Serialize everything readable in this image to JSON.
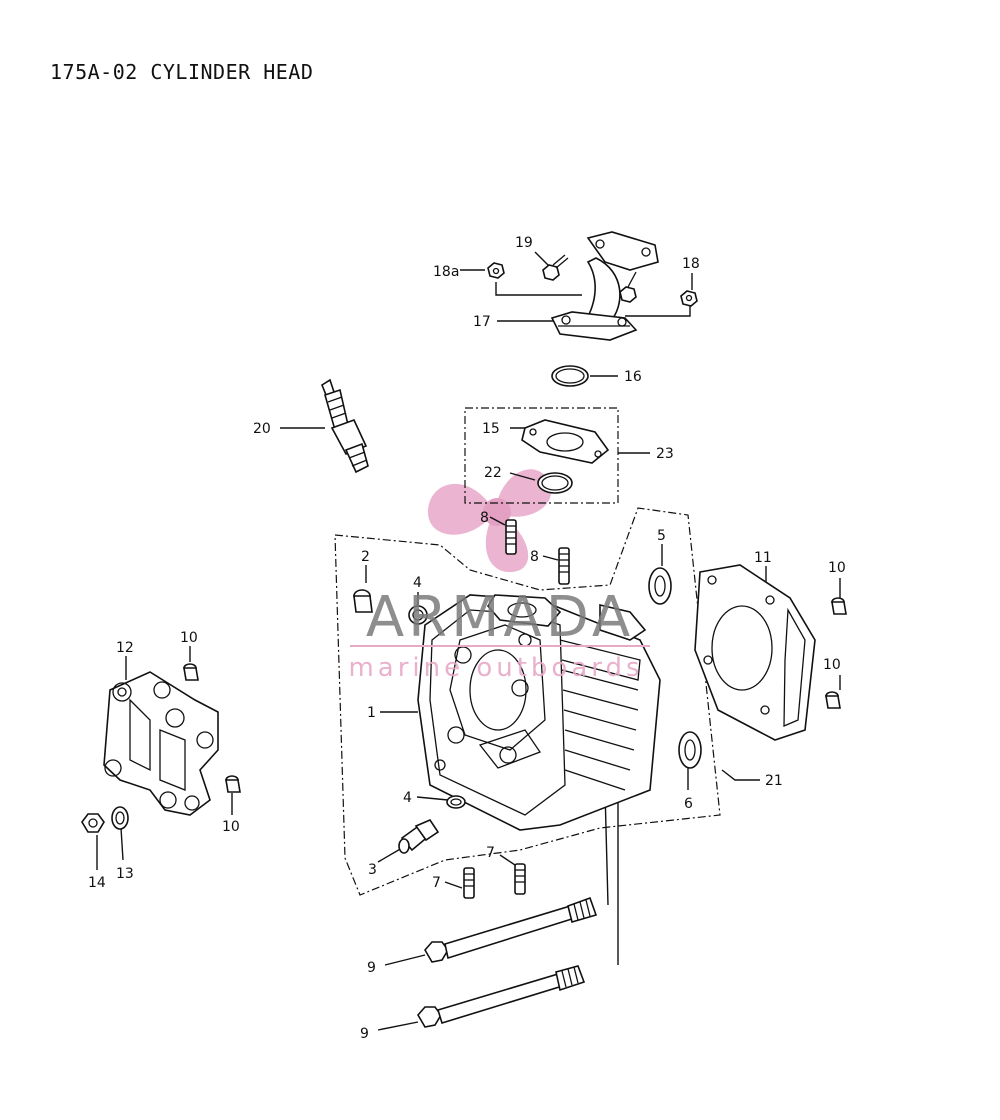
{
  "title": "175A-02 CYLINDER HEAD",
  "callouts": [
    "1",
    "2",
    "3",
    "4",
    "4",
    "5",
    "6",
    "7",
    "7",
    "8",
    "8",
    "9",
    "9",
    "10",
    "10",
    "10",
    "10",
    "11",
    "12",
    "13",
    "14",
    "15",
    "16",
    "17",
    "18",
    "18",
    "19",
    "20",
    "21",
    "22",
    "23"
  ],
  "watermark": {
    "brand": "ARMADA",
    "tagline": "marine outboards",
    "brand_color": "#7a7a7a",
    "logo_color": "#e8a8c8"
  }
}
